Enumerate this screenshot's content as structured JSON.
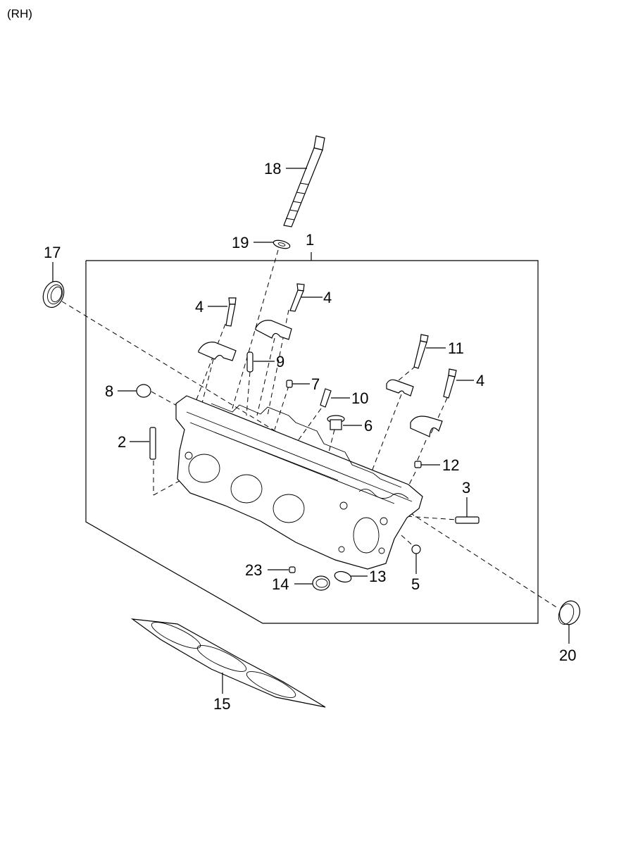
{
  "header": {
    "title": "(RH)"
  },
  "diagram": {
    "subject": "Cylinder head assembly (RH)",
    "callouts": [
      {
        "id": "1",
        "label": "1",
        "part": "cylinder-head-assembly"
      },
      {
        "id": "2",
        "label": "2",
        "part": "stud"
      },
      {
        "id": "3",
        "label": "3",
        "part": "stud"
      },
      {
        "id": "4a",
        "label": "4",
        "part": "cam-cap-bolt"
      },
      {
        "id": "4b",
        "label": "4",
        "part": "cam-cap-bolt"
      },
      {
        "id": "4c",
        "label": "4",
        "part": "cam-cap-bolt"
      },
      {
        "id": "5",
        "label": "5",
        "part": "plug"
      },
      {
        "id": "6",
        "label": "6",
        "part": "plug"
      },
      {
        "id": "7",
        "label": "7",
        "part": "bolt"
      },
      {
        "id": "8",
        "label": "8",
        "part": "seal-plug"
      },
      {
        "id": "9",
        "label": "9",
        "part": "dowel-pin"
      },
      {
        "id": "10",
        "label": "10",
        "part": "dowel-pin"
      },
      {
        "id": "11",
        "label": "11",
        "part": "bolt"
      },
      {
        "id": "12",
        "label": "12",
        "part": "dowel"
      },
      {
        "id": "13",
        "label": "13",
        "part": "ring"
      },
      {
        "id": "14",
        "label": "14",
        "part": "ring"
      },
      {
        "id": "15",
        "label": "15",
        "part": "head-gasket"
      },
      {
        "id": "17",
        "label": "17",
        "part": "oil-seal"
      },
      {
        "id": "18",
        "label": "18",
        "part": "head-bolt"
      },
      {
        "id": "19",
        "label": "19",
        "part": "washer"
      },
      {
        "id": "20",
        "label": "20",
        "part": "cap"
      },
      {
        "id": "23",
        "label": "23",
        "part": "dowel"
      }
    ]
  }
}
